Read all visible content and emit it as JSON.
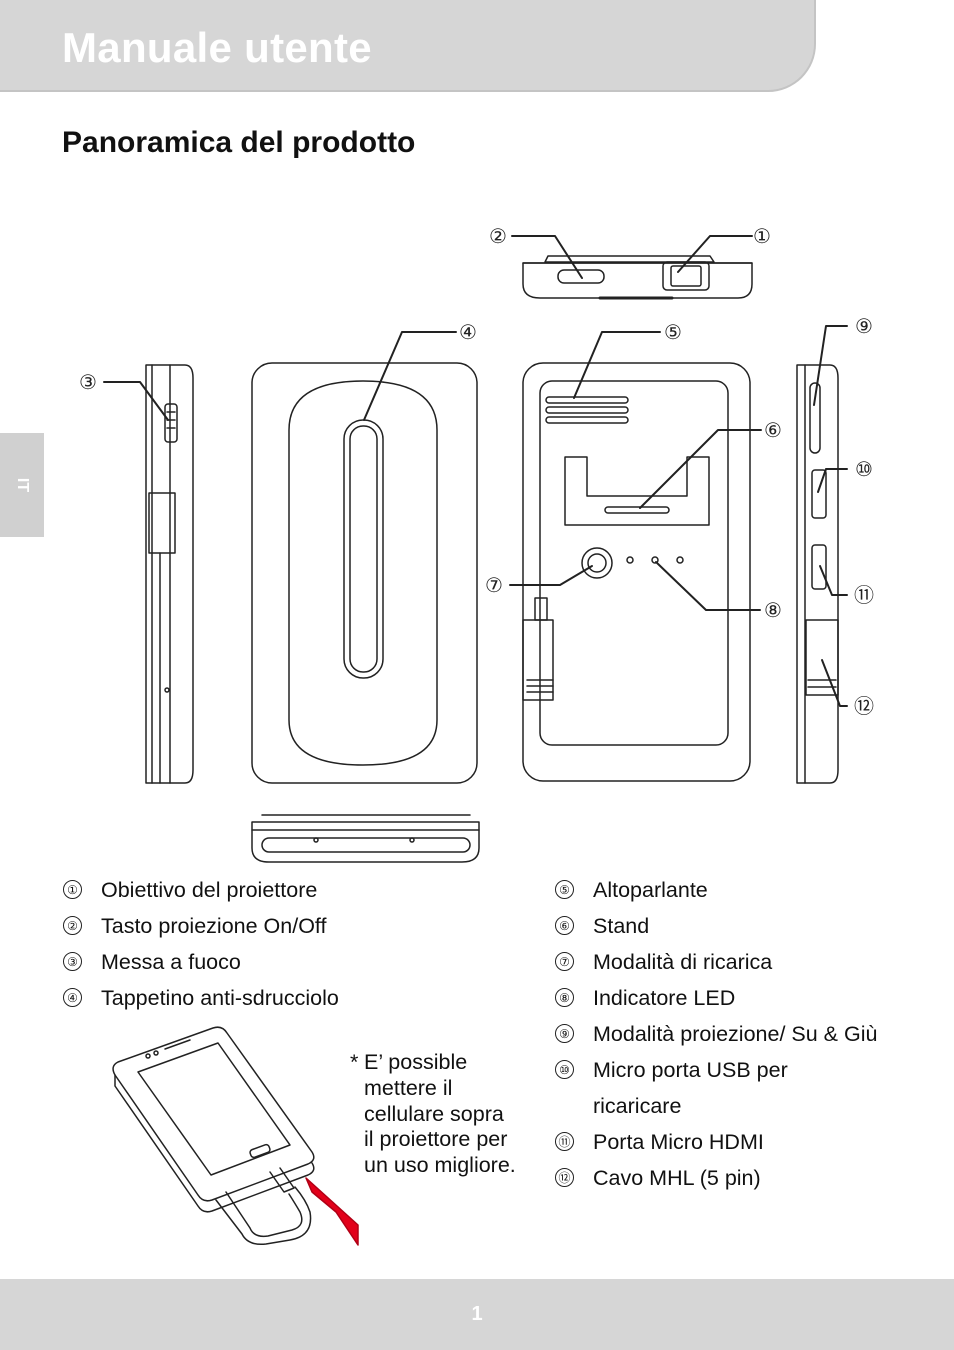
{
  "header": {
    "title": "Manuale utente"
  },
  "section": {
    "title": "Panoramica del prodotto"
  },
  "side_tab": {
    "label": "IT"
  },
  "callouts": [
    "①",
    "②",
    "③",
    "④",
    "⑤",
    "⑥",
    "⑦",
    "⑧",
    "⑨",
    "⑩",
    "⑪",
    "⑫"
  ],
  "legend_left": [
    {
      "num": "①",
      "label": "Obiettivo del proiettore"
    },
    {
      "num": "②",
      "label": "Tasto proiezione On/Off"
    },
    {
      "num": "③",
      "label": "Messa a fuoco"
    },
    {
      "num": "④",
      "label": "Tappetino anti-sdrucciolo"
    }
  ],
  "legend_right": [
    {
      "num": "⑤",
      "label": "Altoparlante"
    },
    {
      "num": "⑥",
      "label": "Stand"
    },
    {
      "num": "⑦",
      "label": "Modalità di ricarica"
    },
    {
      "num": "⑧",
      "label": "Indicatore LED"
    },
    {
      "num": "⑨",
      "label": "Modalità proiezione/ Su & Giù"
    },
    {
      "num": "⑩",
      "label": "Micro porta USB per"
    },
    {
      "num": "",
      "label": "ricaricare"
    },
    {
      "num": "⑪",
      "label": "Porta Micro HDMI"
    },
    {
      "num": "⑫",
      "label": "Cavo MHL (5 pin)"
    }
  ],
  "note": {
    "star": "*",
    "lines": [
      "E’ possible",
      "mettere il",
      "cellulare sopra",
      "il proiettore per",
      "un uso migliore."
    ]
  },
  "footer": {
    "page_number": "1"
  },
  "colors": {
    "band": "#d6d6d6",
    "arrow": "#e2001a"
  }
}
